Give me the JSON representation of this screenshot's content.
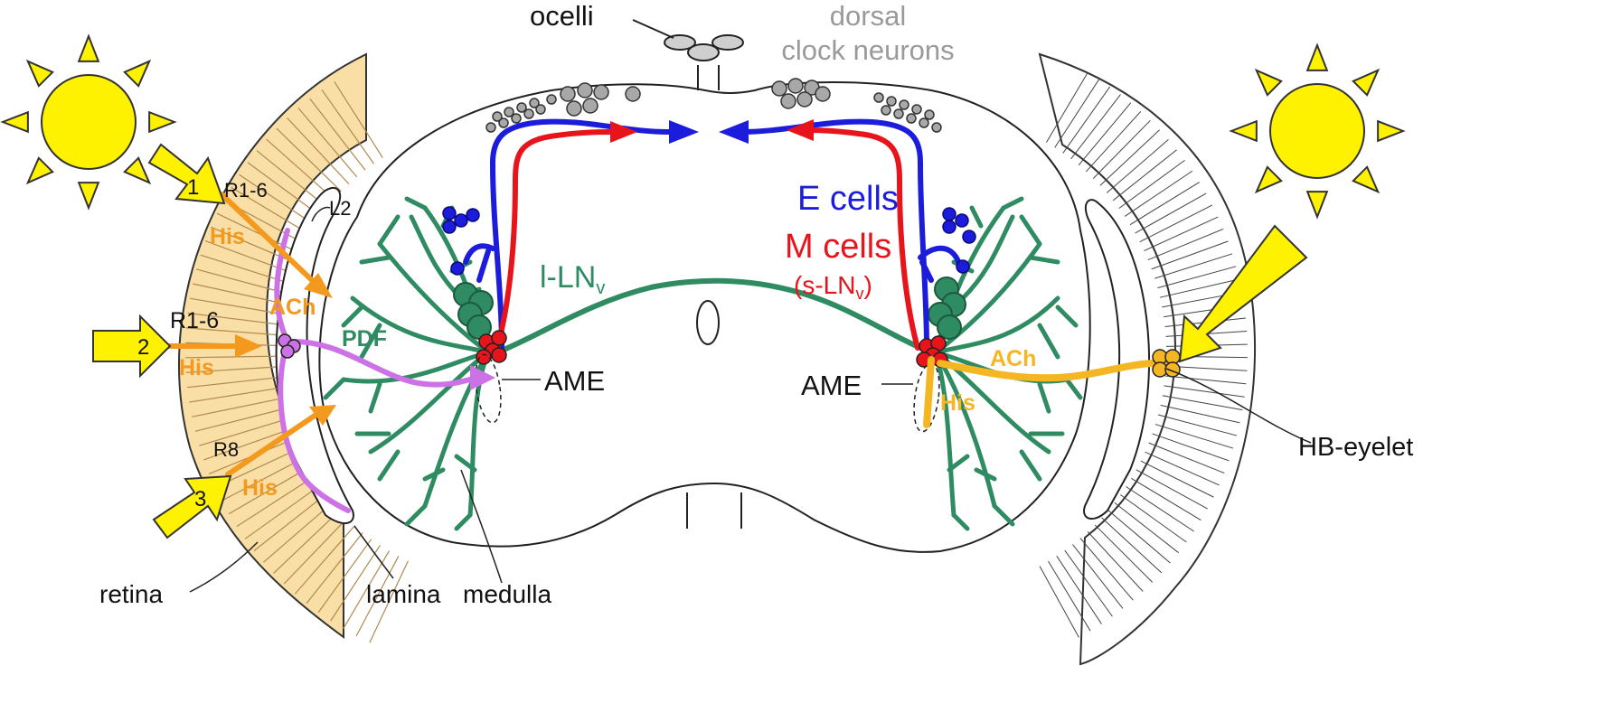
{
  "labels": {
    "ocelli": "ocelli",
    "dorsal_line1": "dorsal",
    "dorsal_line2": "clock neurons",
    "e_cells": "E cells",
    "m_cells": "M cells",
    "s_lnv_main": "(s-LN",
    "s_lnv_sub": "v",
    "s_lnv_close": ")",
    "l_lnv_main": "l-LN",
    "l_lnv_sub": "v",
    "pdf": "PDF",
    "ame_left": "AME",
    "ame_right": "AME",
    "r16_top": "R1-6",
    "r16_mid": "R1-6",
    "r8": "R8",
    "l2": "L2",
    "his_1": "His",
    "his_2": "His",
    "his_3": "His",
    "ach_left": "ACh",
    "ach_right": "ACh",
    "his_right": "His",
    "num_1": "1",
    "num_2": "2",
    "num_3": "3",
    "retina": "retina",
    "lamina": "lamina",
    "medulla": "medulla",
    "hb_eyelet": "HB-eyelet"
  },
  "colors": {
    "sun": "#fff200",
    "retina_fill": "#f9dea6",
    "e_cells": "#1c1cdc",
    "m_cells": "#e8141c",
    "lnv": "#2e8b62",
    "photoreceptor": "#f39a1e",
    "pdf_pathway": "#cc72e6",
    "hb_pathway": "#f5b623",
    "dorsal_neurons": "#a0a0a0"
  }
}
